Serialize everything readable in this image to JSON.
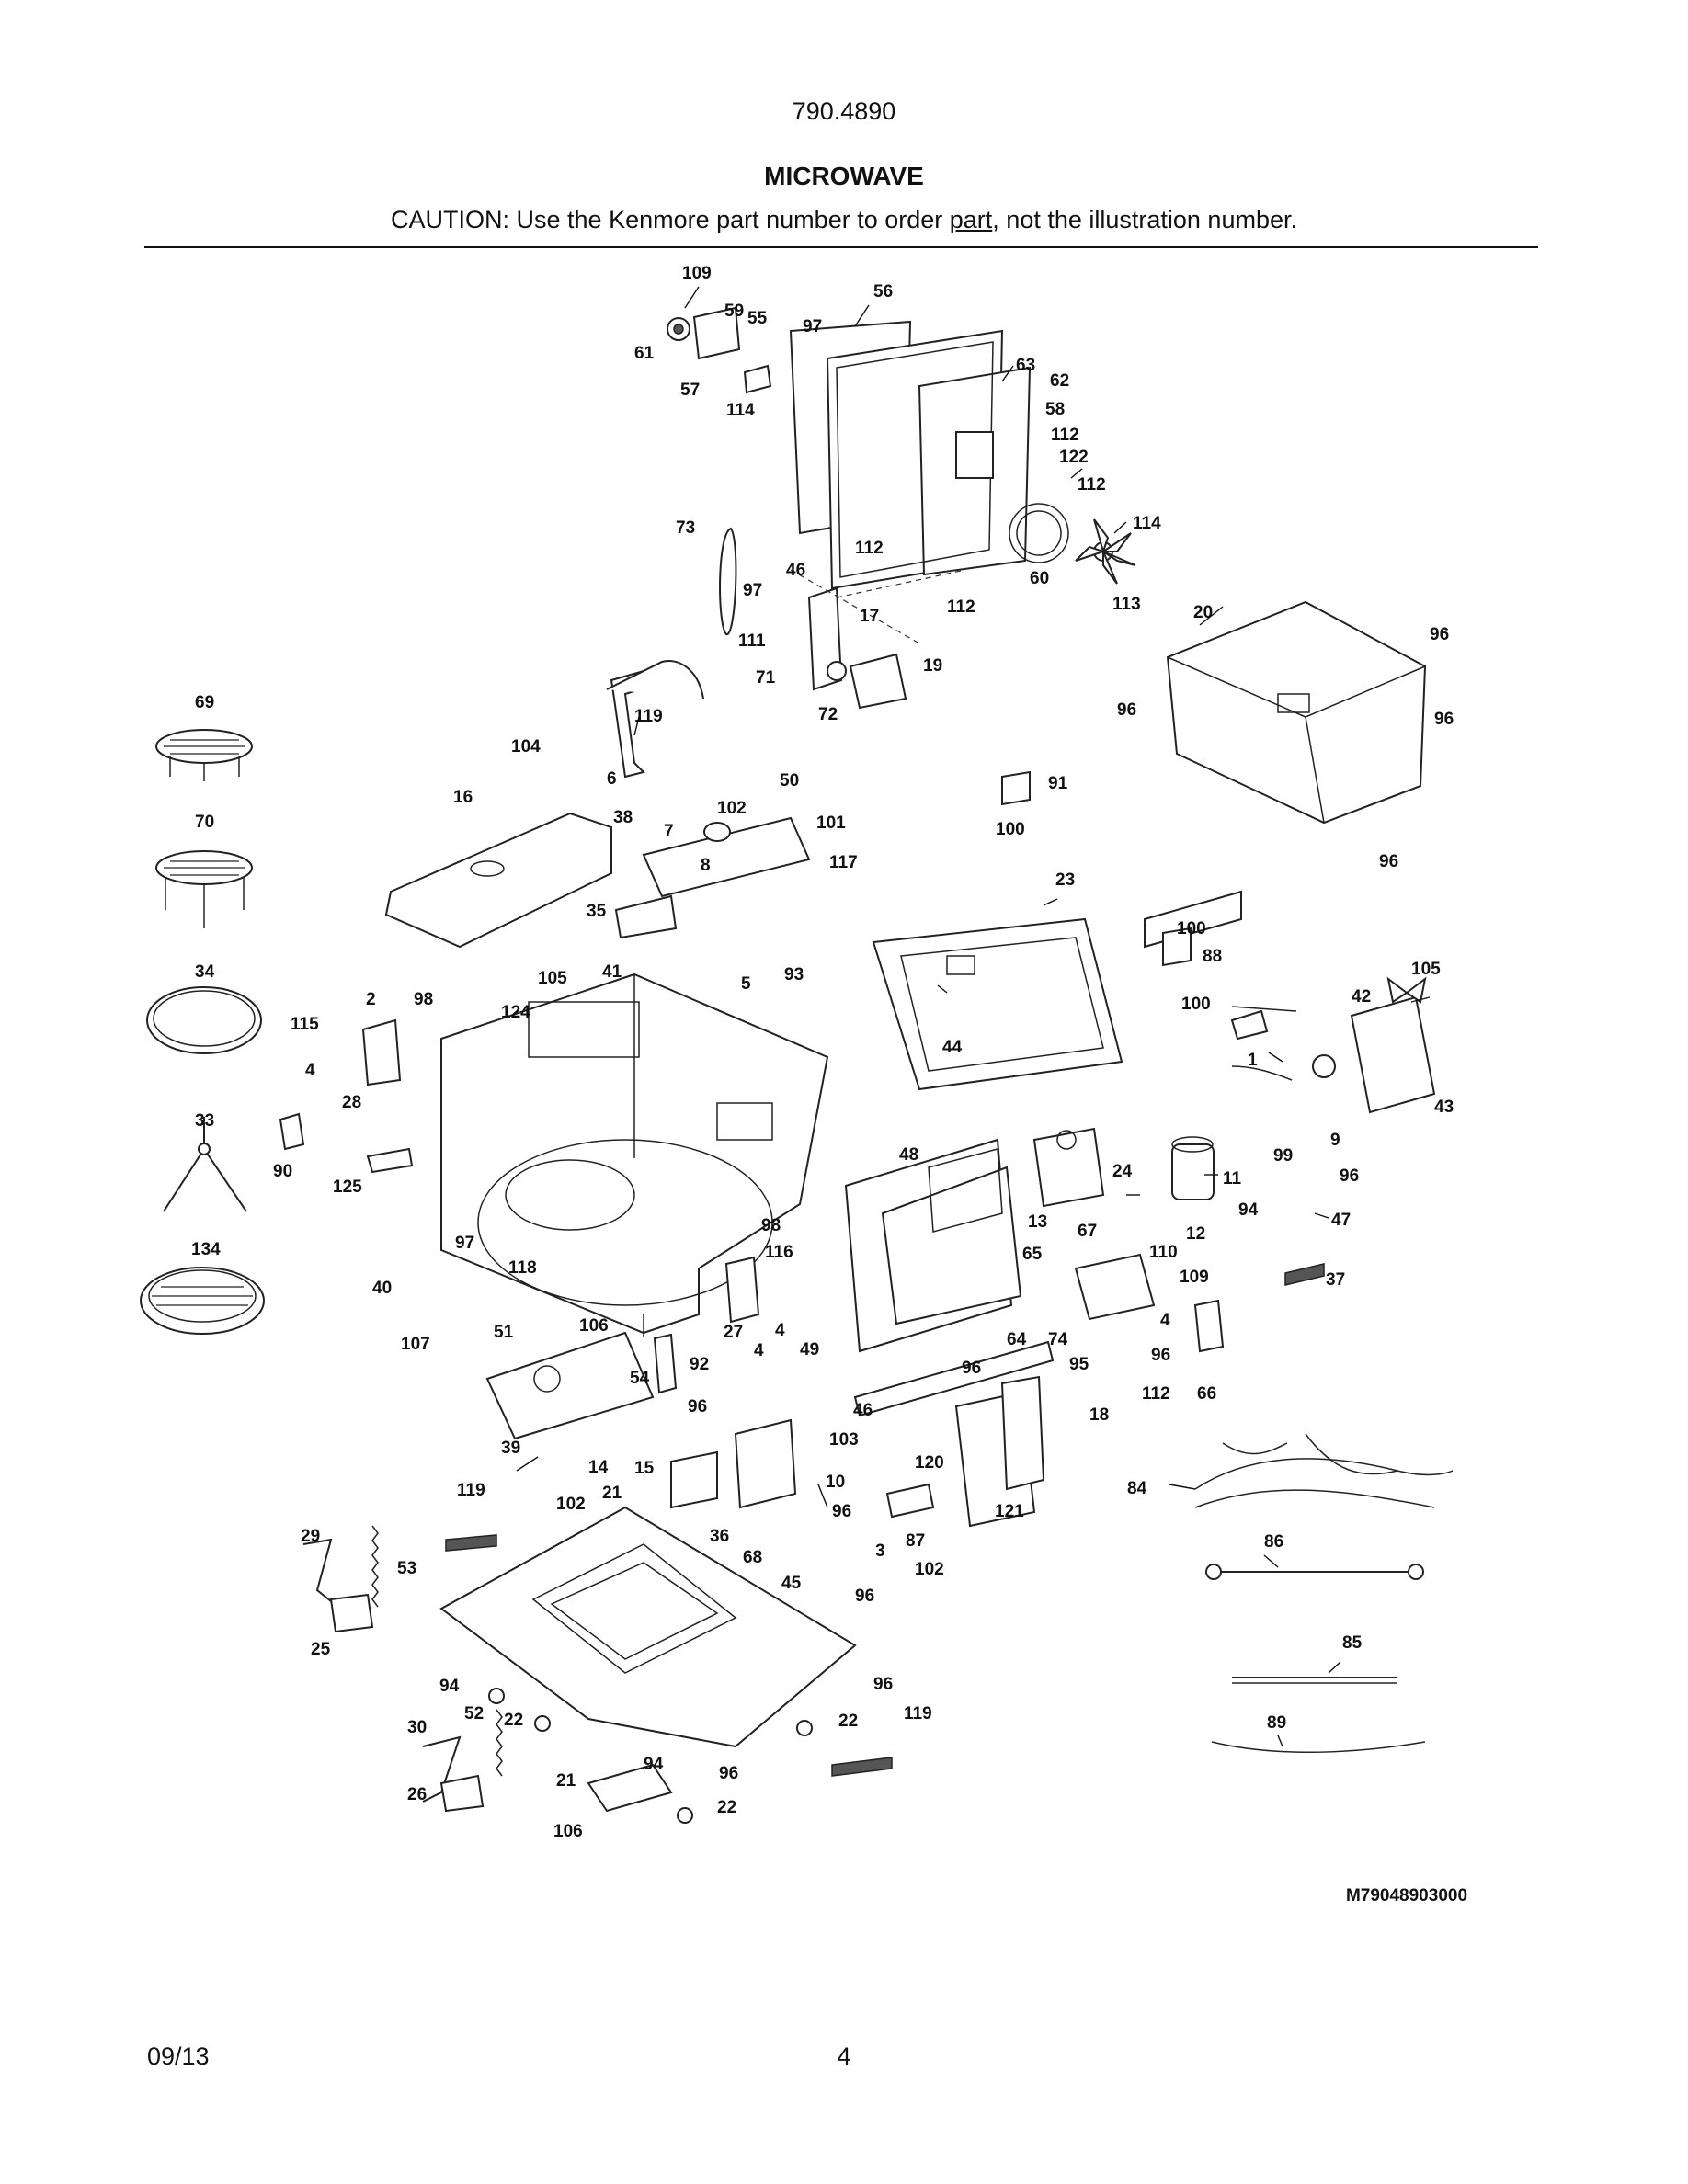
{
  "header": {
    "model": "790.4890",
    "title": "MICROWAVE",
    "caution_pre": "CAUTION: Use the Kenmore part number to order ",
    "caution_link": "part",
    "caution_post": ", not the illustration number."
  },
  "diagram": {
    "part_labels": [
      "109",
      "59",
      "55",
      "56",
      "97",
      "61",
      "57",
      "114",
      "63",
      "62",
      "58",
      "112",
      "122",
      "112",
      "114",
      "73",
      "46",
      "112",
      "60",
      "113",
      "17",
      "112",
      "97",
      "111",
      "20",
      "96",
      "96",
      "96",
      "96",
      "19",
      "71",
      "72",
      "69",
      "119",
      "104",
      "16",
      "6",
      "50",
      "38",
      "102",
      "7",
      "101",
      "91",
      "8",
      "117",
      "100",
      "70",
      "23",
      "35",
      "41",
      "100",
      "88",
      "34",
      "105",
      "5",
      "93",
      "105",
      "115",
      "2",
      "98",
      "124",
      "42",
      "100",
      "4",
      "44",
      "1",
      "28",
      "33",
      "43",
      "99",
      "9",
      "48",
      "96",
      "90",
      "125",
      "24",
      "11",
      "94",
      "98",
      "13",
      "67",
      "12",
      "47",
      "116",
      "97",
      "65",
      "110",
      "134",
      "118",
      "109",
      "40",
      "27",
      "4",
      "4",
      "49",
      "64",
      "74",
      "4",
      "37",
      "51",
      "106",
      "96",
      "92",
      "95",
      "96",
      "107",
      "54",
      "18",
      "112",
      "66",
      "46",
      "96",
      "103",
      "39",
      "14",
      "120",
      "15",
      "10",
      "119",
      "102",
      "21",
      "121",
      "84",
      "96",
      "87",
      "29",
      "36",
      "53",
      "68",
      "3",
      "102",
      "86",
      "45",
      "96",
      "25",
      "94",
      "96",
      "52",
      "22",
      "22",
      "119",
      "30",
      "94",
      "96",
      "21",
      "26",
      "22",
      "106",
      "85",
      "89"
    ],
    "drawing_code": "M79048903000"
  },
  "footer": {
    "date": "09/13",
    "page_number": "4"
  }
}
